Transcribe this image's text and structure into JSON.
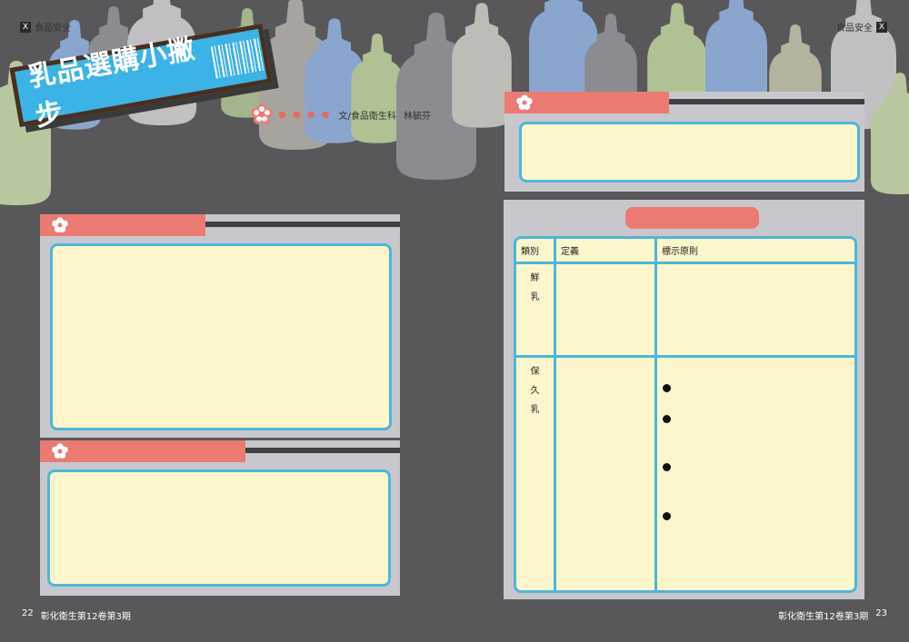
{
  "header": {
    "section_left": "食品安全",
    "section_right": "食品安全",
    "logo_glyph": "X"
  },
  "title": {
    "main": "乳品選購小撇步",
    "dots": "● ● ● ●",
    "author_prefix": "文/食品衛生科",
    "author_name": "林毓芬"
  },
  "table": {
    "headers": [
      "類別",
      "定義",
      "標示原則"
    ],
    "rows": [
      {
        "category": [
          "鮮",
          "乳"
        ]
      },
      {
        "category": [
          "保",
          "久",
          "乳"
        ]
      }
    ],
    "bullet_count": 4
  },
  "footer": {
    "left_page": "22",
    "left_pub": "彰化衛生第12卷第3期",
    "right_pub": "彰化衛生第12卷第3期",
    "right_page": "23"
  },
  "colors": {
    "background": "#58585a",
    "panel": "#c8c8cc",
    "header_bar": "#eb7b72",
    "box_fill": "#fdf6cc",
    "box_border": "#4cb7d9",
    "title_bg": "#3bb3e6"
  },
  "icons": [
    "flower-icon",
    "barcode-icon",
    "logo-icon",
    "bottle-illustration"
  ]
}
